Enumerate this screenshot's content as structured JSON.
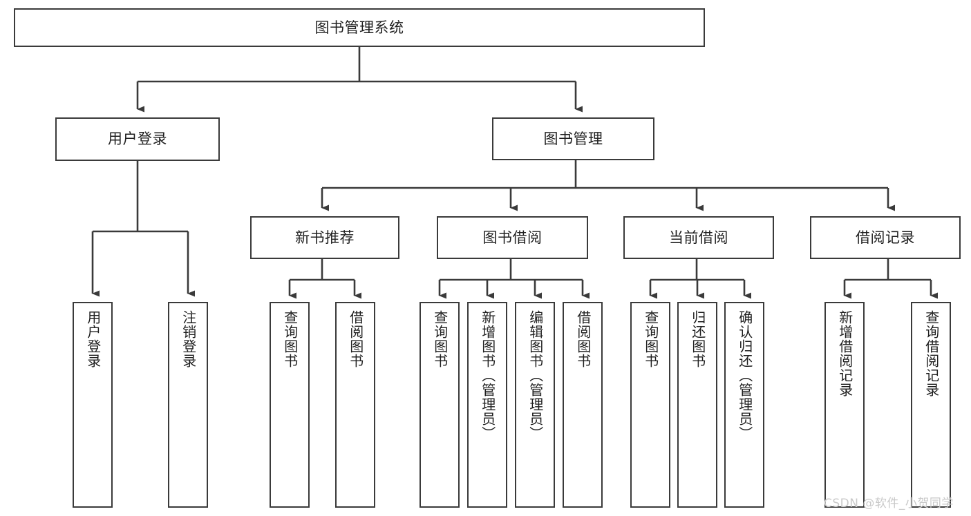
{
  "diagram": {
    "title": "图书管理系统",
    "type": "functional-structure-tree",
    "style": {
      "border_color": "#3a3a3a",
      "background": "#ffffff",
      "text_color": "#1f1f1f",
      "watermark_color": "#c9c9c9"
    },
    "levels": {
      "root": {
        "label": "图书管理系统"
      },
      "level1": [
        {
          "label": "用户登录"
        },
        {
          "label": "图书管理"
        }
      ],
      "level2": [
        {
          "label": "新书推荐"
        },
        {
          "label": "图书借阅"
        },
        {
          "label": "当前借阅"
        },
        {
          "label": "借阅记录"
        }
      ],
      "leaves": {
        "user_login": [
          {
            "label": "用户登录"
          },
          {
            "label": "注销登录"
          }
        ],
        "new_book_recommend": [
          {
            "label": "查询图书"
          },
          {
            "label": "借阅图书"
          }
        ],
        "book_borrow": [
          {
            "label": "查询图书"
          },
          {
            "label": "新增图书（管理员）"
          },
          {
            "label": "编辑图书（管理员）"
          },
          {
            "label": "借阅图书"
          }
        ],
        "current_borrow": [
          {
            "label": "查询图书"
          },
          {
            "label": "归还图书"
          },
          {
            "label": "确认归还（管理员）"
          }
        ],
        "borrow_record": [
          {
            "label": "新增借阅记录"
          },
          {
            "label": "查询借阅记录"
          }
        ]
      }
    }
  },
  "watermark": {
    "text": "CSDN @软件_小贺同学"
  }
}
